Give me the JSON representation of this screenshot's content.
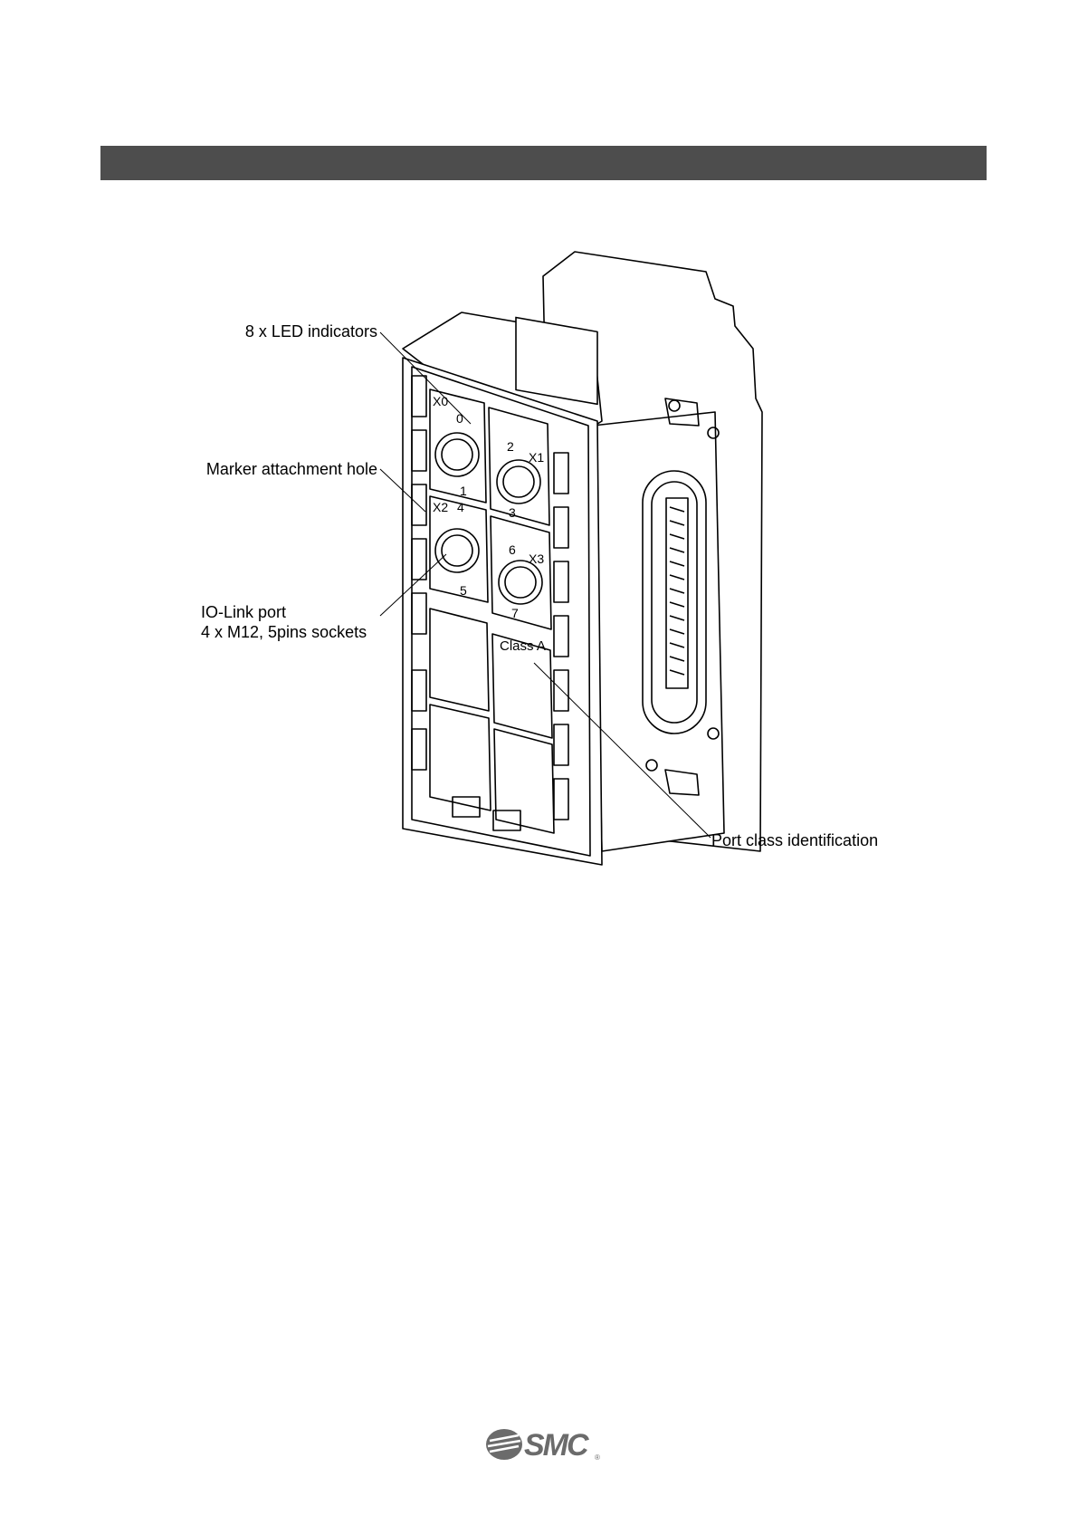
{
  "section_bar": {
    "color": "#4d4d4d"
  },
  "callouts": {
    "led": "8 x LED indicators",
    "marker": "Marker attachment hole",
    "iolink_line1": "IO-Link port",
    "iolink_line2": "4 x M12, 5pins sockets",
    "port_class": "Port class identification"
  },
  "device_labels": {
    "ports": [
      "X0",
      "X1",
      "X2",
      "X3"
    ],
    "leds": [
      "0",
      "1",
      "2",
      "3",
      "4",
      "5",
      "6",
      "7"
    ],
    "class": "Class A"
  },
  "footer": {
    "logo": "SMC",
    "registered": "®"
  }
}
